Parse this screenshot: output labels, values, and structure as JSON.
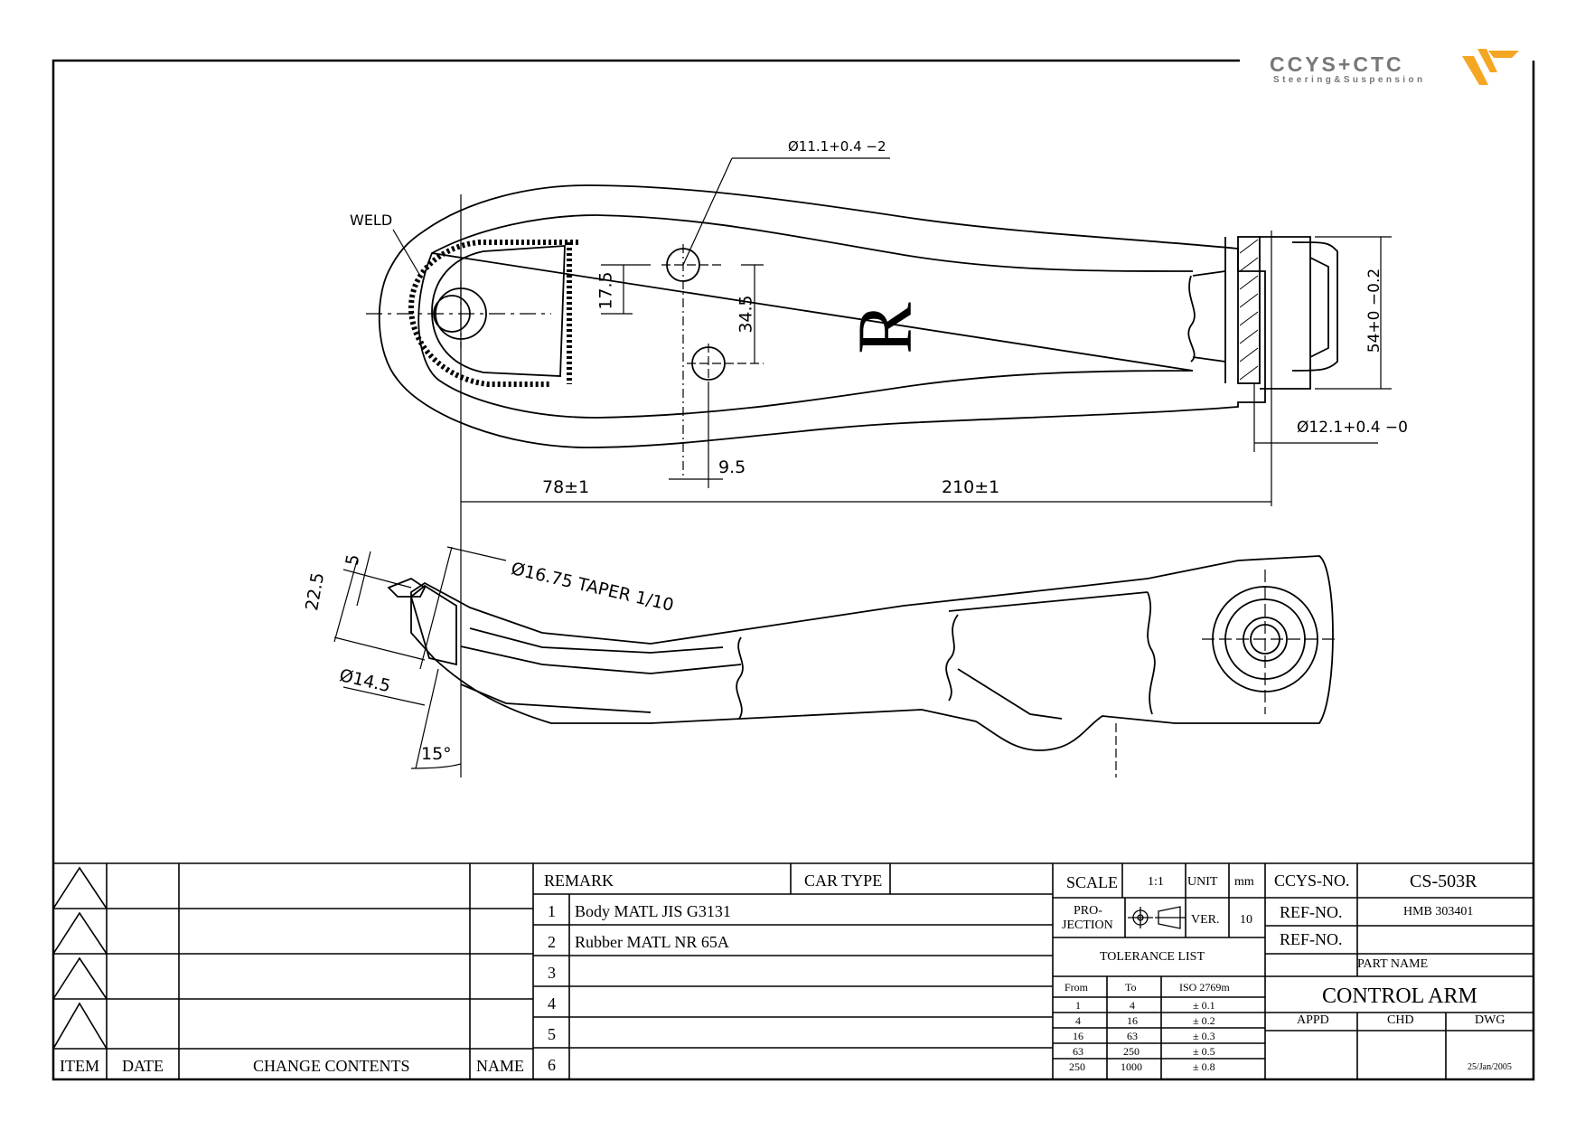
{
  "logo": {
    "brand": "CCYS+CTC",
    "tagline": "Steering&Suspension",
    "accent": "#F5A623"
  },
  "drawing": {
    "side_mark": "R",
    "labels": {
      "weld": "WELD",
      "hole_dia": "Ø11.1+0.4 −2",
      "d_17_5": "17.5",
      "d_34_5": "34.5",
      "d_9_5": "9.5",
      "d_78": "78±1",
      "d_210": "210±1",
      "d_54": "54+0 −0.2",
      "d_12_1": "Ø12.1+0.4 −0",
      "d_taper": "Ø16.75 TAPER 1/10",
      "d_5": "5",
      "d_22_5": "22.5",
      "d_14_5": "Ø14.5",
      "d_15deg": "15°"
    }
  },
  "title_block": {
    "revision_headers": {
      "item": "ITEM",
      "date": "DATE",
      "change_contents": "CHANGE CONTENTS",
      "name": "NAME"
    },
    "remark_label": "REMARK",
    "car_type_label": "CAR TYPE",
    "remarks": [
      {
        "no": "1",
        "text": "Body MATL JIS G3131"
      },
      {
        "no": "2",
        "text": "Rubber MATL NR 65A"
      },
      {
        "no": "3",
        "text": ""
      },
      {
        "no": "4",
        "text": ""
      },
      {
        "no": "5",
        "text": ""
      },
      {
        "no": "6",
        "text": ""
      }
    ],
    "scale_label": "SCALE",
    "scale_value": "1:1",
    "unit_label": "UNIT",
    "unit_value": "mm",
    "projection_label_1": "PRO-",
    "projection_label_2": "JECTION",
    "ver_label": "VER.",
    "ver_value": "10",
    "tolerance_title": "TOLERANCE LIST",
    "tolerance_headers": {
      "from": "From",
      "to": "To",
      "iso": "ISO 2769m"
    },
    "tolerances": [
      {
        "from": "1",
        "to": "4",
        "tol": "± 0.1"
      },
      {
        "from": "4",
        "to": "16",
        "tol": "± 0.2"
      },
      {
        "from": "16",
        "to": "63",
        "tol": "± 0.3"
      },
      {
        "from": "63",
        "to": "250",
        "tol": "± 0.5"
      },
      {
        "from": "250",
        "to": "1000",
        "tol": "± 0.8"
      }
    ],
    "ccys_no_label": "CCYS-NO.",
    "ccys_no_value": "CS-503R",
    "ref_no_label": "REF-NO.",
    "ref_no_value": "HMB 303401",
    "ref_no_label_2": "REF-NO.",
    "part_name_label": "PART NAME",
    "part_name_value": "CONTROL ARM",
    "appd_label": "APPD",
    "chd_label": "CHD",
    "dwg_label": "DWG",
    "date_value": "25/Jan/2005"
  }
}
